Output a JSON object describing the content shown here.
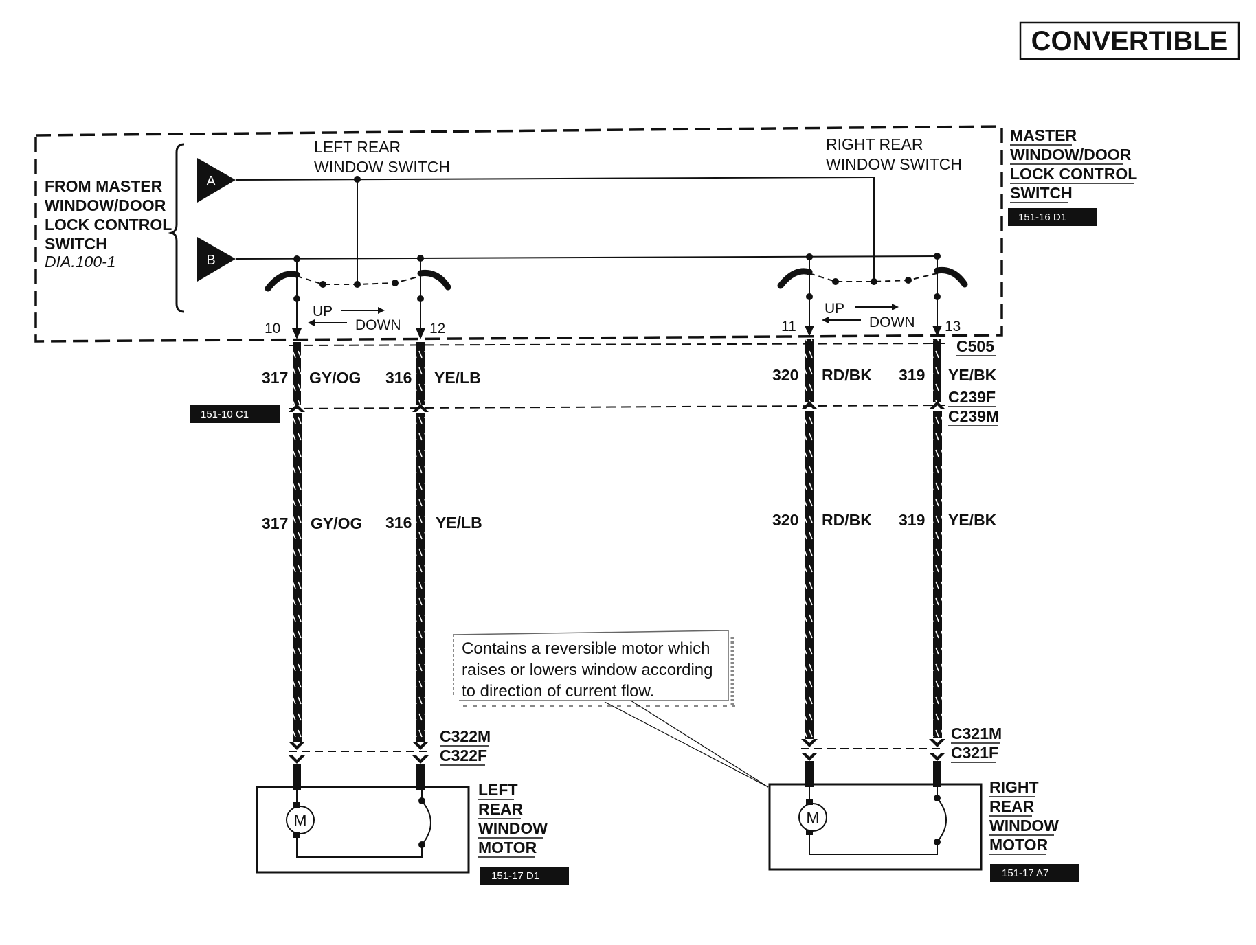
{
  "title": "CONVERTIBLE",
  "source": {
    "lines": [
      "FROM MASTER",
      "WINDOW/DOOR",
      "LOCK CONTROL",
      "SWITCH"
    ],
    "diagram_ref": "DIA.100-1",
    "terminals": [
      "A",
      "B"
    ]
  },
  "master_module": {
    "lines": [
      "MASTER",
      "WINDOW/DOOR",
      "LOCK CONTROL",
      "SWITCH"
    ],
    "ref": "151-16 D1"
  },
  "left_switch": {
    "lines": [
      "LEFT REAR",
      "WINDOW SWITCH"
    ],
    "up": "UP",
    "down": "DOWN",
    "pins": [
      "10",
      "12"
    ]
  },
  "right_switch": {
    "lines": [
      "RIGHT REAR",
      "WINDOW SWITCH"
    ],
    "up": "UP",
    "down": "DOWN",
    "pins": [
      "11",
      "13"
    ]
  },
  "connectors": {
    "c505": "C505",
    "c239f": "C239F",
    "c239m": "C239M",
    "c239_ref": "151-10 C1",
    "c322m": "C322M",
    "c322f": "C322F",
    "c321m": "C321M",
    "c321f": "C321F"
  },
  "wires": [
    {
      "circuit": "317",
      "color": "GY/OG"
    },
    {
      "circuit": "316",
      "color": "YE/LB"
    },
    {
      "circuit": "320",
      "color": "RD/BK"
    },
    {
      "circuit": "319",
      "color": "YE/BK"
    }
  ],
  "note": {
    "lines": [
      "Contains a reversible motor which",
      "raises or lowers window according",
      "to direction of current flow."
    ]
  },
  "left_motor": {
    "lines": [
      "LEFT",
      "REAR",
      "WINDOW",
      "MOTOR"
    ],
    "symbol": "M",
    "ref": "151-17 D1"
  },
  "right_motor": {
    "lines": [
      "RIGHT",
      "REAR",
      "WINDOW",
      "MOTOR"
    ],
    "symbol": "M",
    "ref": "151-17 A7"
  }
}
